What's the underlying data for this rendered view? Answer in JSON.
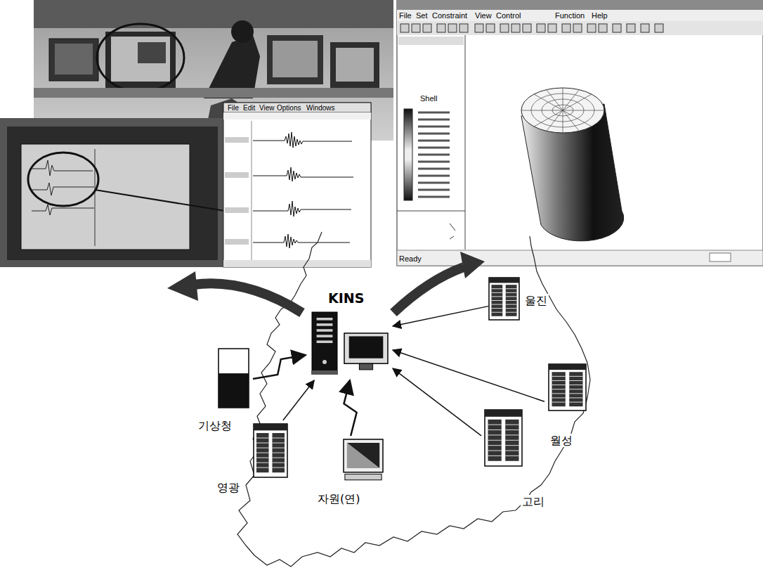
{
  "diagram": {
    "nodes": [
      {
        "text": [
          "KINS"
        ]
      },
      {
        "text": [
          "울진"
        ]
      },
      {
        "text": [
          "기상청"
        ]
      },
      {
        "text": [
          "월성"
        ]
      },
      {
        "text": [
          "영광"
        ]
      },
      {
        "text": [
          "자원(연)"
        ]
      },
      {
        "text": [
          "고리"
        ]
      }
    ],
    "edges": [
      {
        "from": 1,
        "to": 0,
        "arrow": "to"
      },
      {
        "from": 3,
        "to": 0,
        "arrow": "to"
      },
      {
        "from": 6,
        "to": 0,
        "arrow": "to"
      },
      {
        "from": 4,
        "to": 0,
        "arrow": "to"
      },
      {
        "from": 2,
        "to": 0,
        "arrow": "to"
      },
      {
        "from": 5,
        "to": 0,
        "arrow": "to"
      }
    ],
    "labels": [
      "File",
      "Set",
      "Constraint",
      "View",
      "Control",
      "Function",
      "Help",
      "Shell",
      "Ready",
      "File",
      "Edit",
      "View",
      "Options",
      "Windows"
    ]
  }
}
